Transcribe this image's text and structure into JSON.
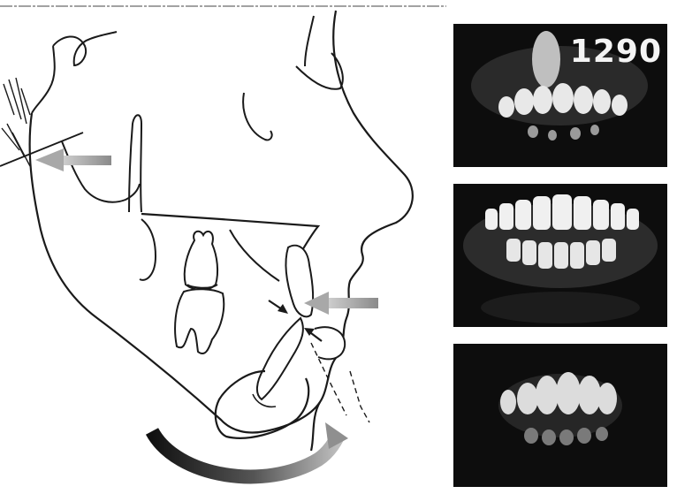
{
  "photos": [
    {
      "label": "1290",
      "view": "upper-dentition-before"
    },
    {
      "label": "",
      "view": "full-dentition-occlusion"
    },
    {
      "label": "",
      "view": "upper-dentition-after"
    }
  ],
  "colors": {
    "line": "#1a1a1a",
    "arrow_gray": "#9a9a9a",
    "arrow_dark": "#222222",
    "photo_bg": "#111111"
  }
}
